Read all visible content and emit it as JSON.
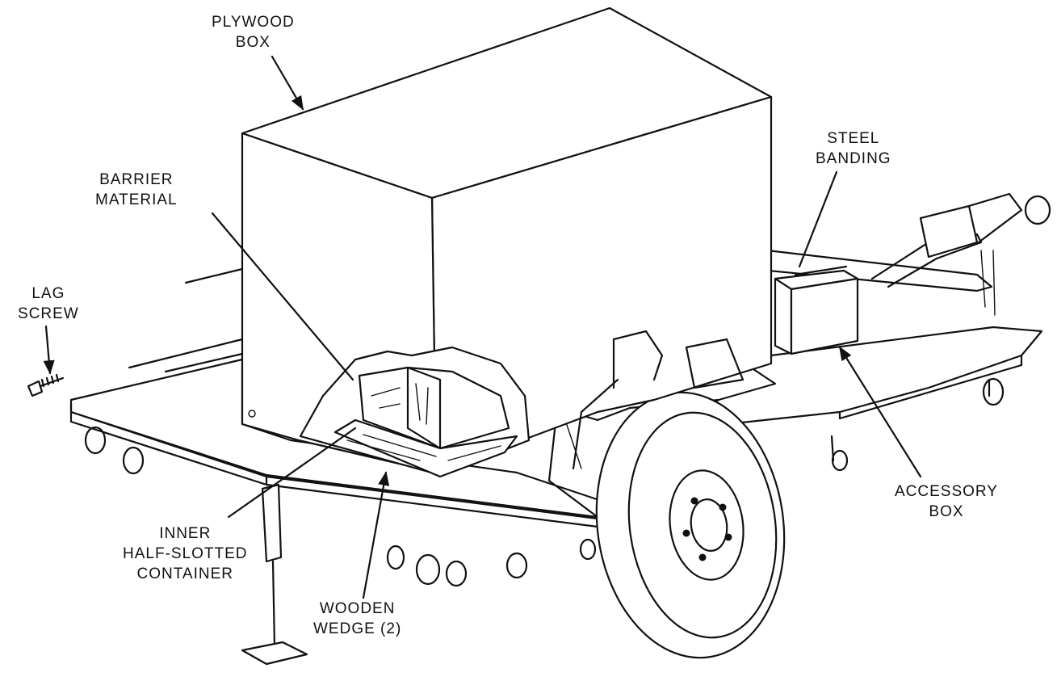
{
  "callouts": {
    "plywood_box": [
      "PLYWOOD",
      "BOX"
    ],
    "barrier_material": [
      "BARRIER",
      "MATERIAL"
    ],
    "lag_screw": [
      "LAG",
      "SCREW"
    ],
    "steel_banding": [
      "STEEL",
      "BANDING"
    ],
    "accessory_box": [
      "ACCESSORY",
      "BOX"
    ],
    "inner_container": [
      "INNER",
      "HALF-SLOTTED",
      "CONTAINER"
    ],
    "wooden_wedge": [
      "WOODEN",
      "WEDGE (2)"
    ]
  }
}
